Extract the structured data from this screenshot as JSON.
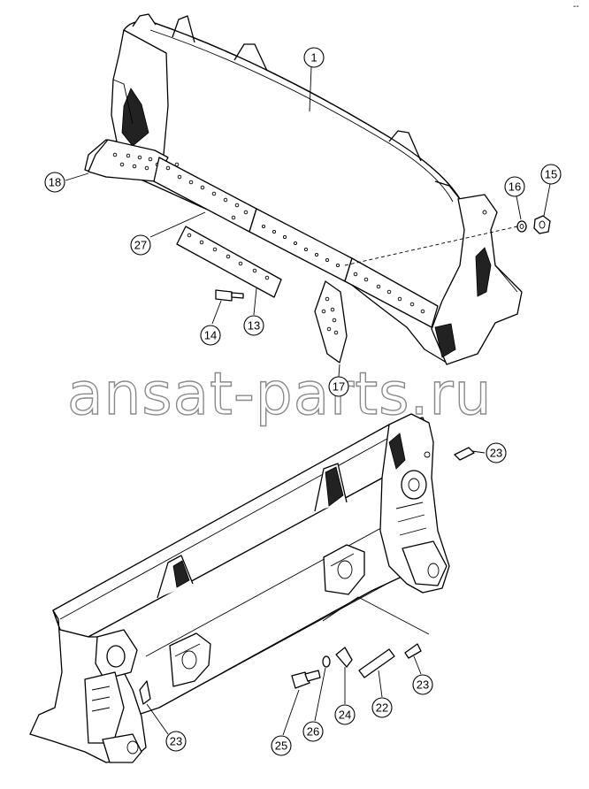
{
  "watermark": "ansat-parts.ru",
  "corner_mark": "--",
  "callouts": {
    "c1": "1",
    "c13": "13",
    "c14": "14",
    "c15": "15",
    "c16": "16",
    "c17": "17",
    "c18": "18",
    "c27": "27",
    "c22": "22",
    "c23a": "23",
    "c23b": "23",
    "c23c": "23",
    "c24": "24",
    "c25": "25",
    "c26": "26"
  }
}
